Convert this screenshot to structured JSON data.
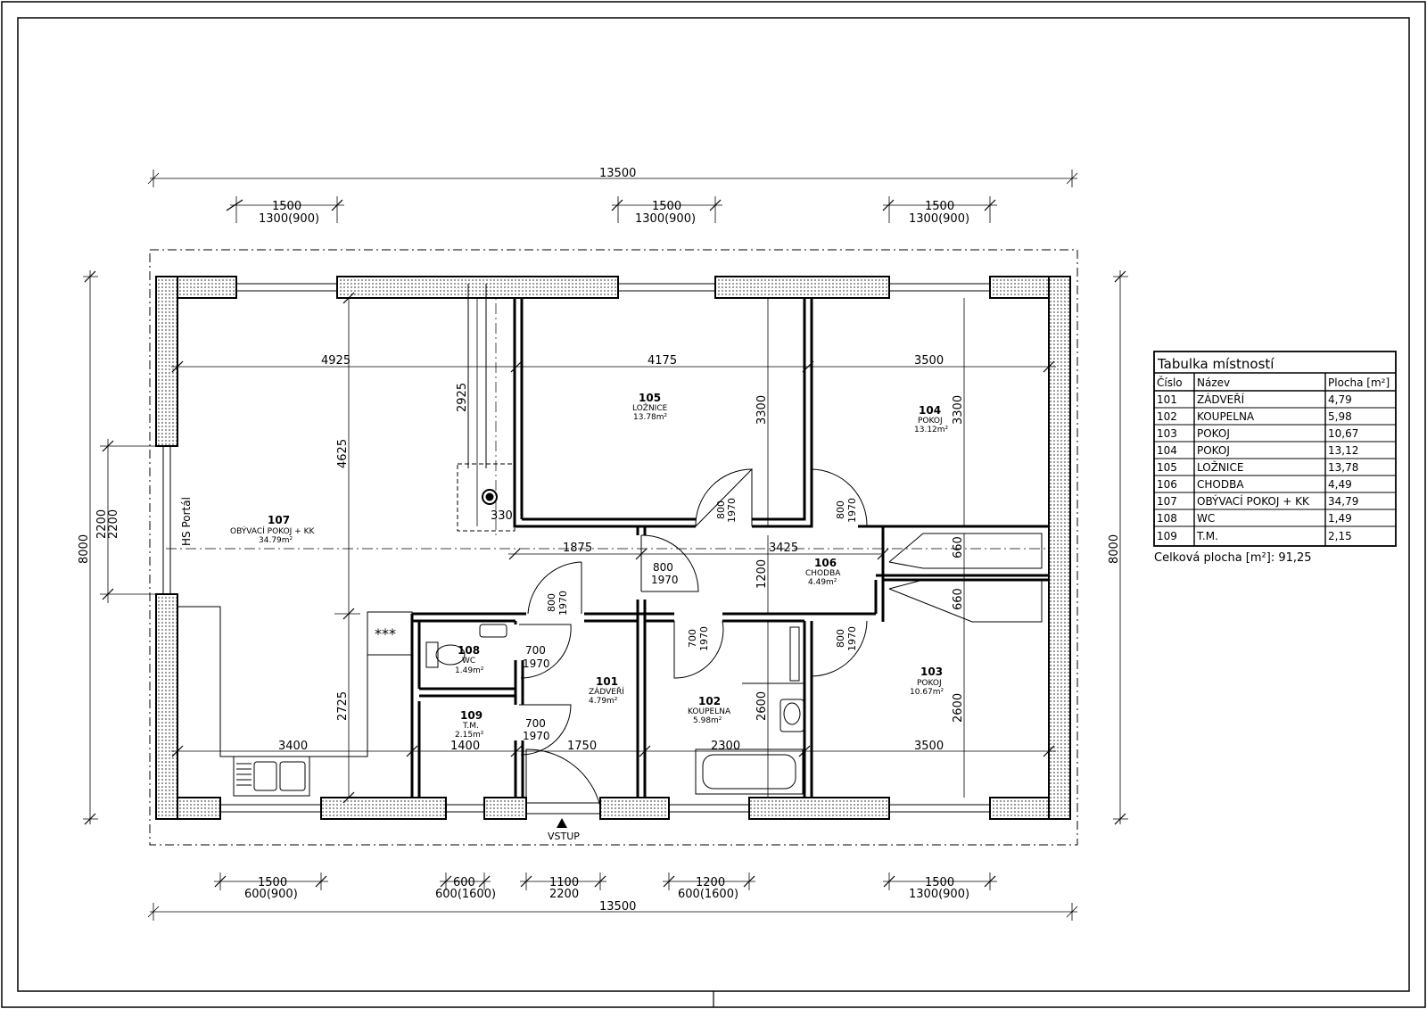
{
  "plan": {
    "dims_overall": {
      "top": "13500",
      "bottom": "13500",
      "left": "8000",
      "right": "8000"
    },
    "windows_top": [
      {
        "w": "1500",
        "h": "1300(900)"
      },
      {
        "w": "1500",
        "h": "1300(900)"
      },
      {
        "w": "1500",
        "h": "1300(900)"
      }
    ],
    "windows_bottom": [
      {
        "w": "1500",
        "h": "600(900)"
      },
      {
        "w": "600",
        "h": "600(1600)"
      },
      {
        "w": "1100",
        "h": "2200"
      },
      {
        "w": "1200",
        "h": "600(1600)"
      },
      {
        "w": "1500",
        "h": "1300(900)"
      }
    ],
    "left_portal": {
      "d1": "2200",
      "d2": "2200",
      "label": "HS Portál"
    },
    "inner_dims": {
      "d4925": "4925",
      "d4175": "4175",
      "d3500a": "3500",
      "d4625": "4625",
      "d2725": "2725",
      "d2925": "2925",
      "d330": "330",
      "d3300a": "3300",
      "d3300b": "3300",
      "d1875": "1875",
      "d3425": "3425",
      "d1200": "1200",
      "d660a": "660",
      "d660b": "660",
      "d3400": "3400",
      "d1400": "1400",
      "d1750": "1750",
      "d2300": "2300",
      "d3500b": "3500",
      "d2600a": "2600",
      "d2600b": "2600"
    },
    "doors": {
      "d105a": "800",
      "d105b": "1970",
      "d104a": "800",
      "d104b": "1970",
      "d106a": "800",
      "d106b": "1970",
      "d107a": "800",
      "d107b": "1970",
      "d102a": "700",
      "d102b": "1970",
      "d103a": "800",
      "d103b": "1970",
      "d108a": "700",
      "d108b": "1970",
      "d109a": "700",
      "d109b": "1970"
    },
    "entry_label": "VSTUP",
    "shaft_mark": "***",
    "rooms": [
      {
        "num": "107",
        "name": "OBÝVACÍ POKOJ + KK",
        "area": "34.79m²"
      },
      {
        "num": "105",
        "name": "LOŽNICE",
        "area": "13.78m²"
      },
      {
        "num": "104",
        "name": "POKOJ",
        "area": "13.12m²"
      },
      {
        "num": "106",
        "name": "CHODBA",
        "area": "4.49m²"
      },
      {
        "num": "108",
        "name": "WC",
        "area": "1.49m²"
      },
      {
        "num": "109",
        "name": "T.M.",
        "area": "2.15m²"
      },
      {
        "num": "101",
        "name": "ZÁDVEŘÍ",
        "area": "4.79m²"
      },
      {
        "num": "102",
        "name": "KOUPELNA",
        "area": "5.98m²"
      },
      {
        "num": "103",
        "name": "POKOJ",
        "area": "10.67m²"
      }
    ]
  },
  "table": {
    "title": "Tabulka místností",
    "headers": [
      "Číslo",
      "Název",
      "Plocha [m²]"
    ],
    "rows": [
      [
        "101",
        "ZÁDVEŘÍ",
        "4,79"
      ],
      [
        "102",
        "KOUPELNA",
        "5,98"
      ],
      [
        "103",
        "POKOJ",
        "10,67"
      ],
      [
        "104",
        "POKOJ",
        "13,12"
      ],
      [
        "105",
        "LOŽNICE",
        "13,78"
      ],
      [
        "106",
        "CHODBA",
        "4,49"
      ],
      [
        "107",
        "OBÝVACÍ POKOJ + KK",
        "34,79"
      ],
      [
        "108",
        "WC",
        "1,49"
      ],
      [
        "109",
        "T.M.",
        "2,15"
      ]
    ],
    "total": "Celková plocha [m²]:  91,25"
  }
}
